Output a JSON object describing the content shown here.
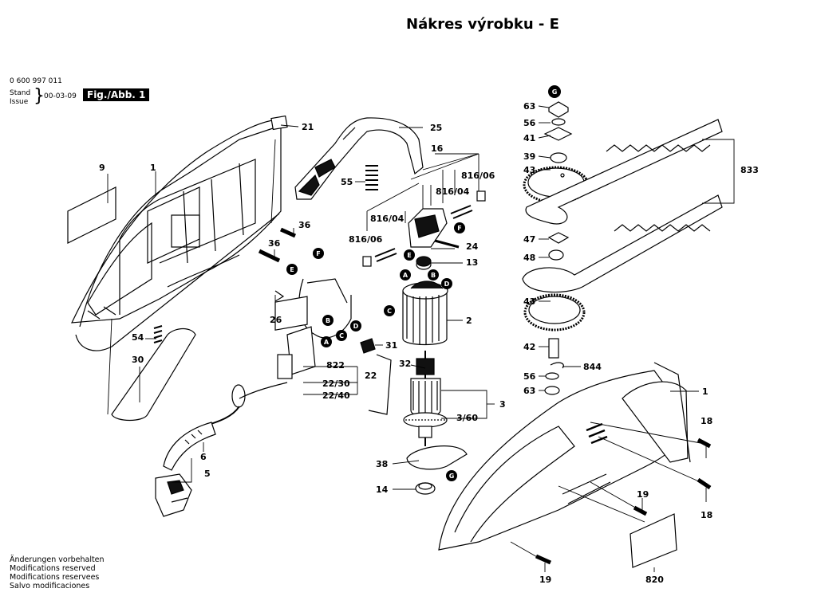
{
  "page": {
    "title": "Nákres výrobku - E",
    "part_number": "0 600 997 011",
    "stand_label": "Stand",
    "issue_label": "Issue",
    "date": "00-03-09",
    "figure_label": "Fig./Abb. 1",
    "notes": [
      "Änderungen vorbehalten",
      "Modifications reserved",
      "Modifications reservees",
      "Salvo modificaciones"
    ]
  },
  "part_labels": [
    {
      "id": "21",
      "text": "21"
    },
    {
      "id": "25",
      "text": "25"
    },
    {
      "id": "16",
      "text": "16"
    },
    {
      "id": "9",
      "text": "9"
    },
    {
      "id": "1a",
      "text": "1"
    },
    {
      "id": "55",
      "text": "55"
    },
    {
      "id": "816_06a",
      "text": "816/06"
    },
    {
      "id": "816_04a",
      "text": "816/04"
    },
    {
      "id": "816_04b",
      "text": "816/04"
    },
    {
      "id": "816_06b",
      "text": "816/06"
    },
    {
      "id": "36a",
      "text": "36"
    },
    {
      "id": "36b",
      "text": "36"
    },
    {
      "id": "24",
      "text": "24"
    },
    {
      "id": "13",
      "text": "13"
    },
    {
      "id": "2",
      "text": "2"
    },
    {
      "id": "26",
      "text": "26"
    },
    {
      "id": "54",
      "text": "54"
    },
    {
      "id": "31",
      "text": "31"
    },
    {
      "id": "30",
      "text": "30"
    },
    {
      "id": "32",
      "text": "32"
    },
    {
      "id": "822",
      "text": "822"
    },
    {
      "id": "22",
      "text": "22"
    },
    {
      "id": "22_30",
      "text": "22/30"
    },
    {
      "id": "22_40",
      "text": "22/40"
    },
    {
      "id": "3",
      "text": "3"
    },
    {
      "id": "3_60",
      "text": "3/60"
    },
    {
      "id": "6",
      "text": "6"
    },
    {
      "id": "5",
      "text": "5"
    },
    {
      "id": "38",
      "text": "38"
    },
    {
      "id": "14",
      "text": "14"
    },
    {
      "id": "63a",
      "text": "63"
    },
    {
      "id": "56a",
      "text": "56"
    },
    {
      "id": "41",
      "text": "41"
    },
    {
      "id": "39",
      "text": "39"
    },
    {
      "id": "43a",
      "text": "43"
    },
    {
      "id": "833",
      "text": "833"
    },
    {
      "id": "47",
      "text": "47"
    },
    {
      "id": "48",
      "text": "48"
    },
    {
      "id": "43b",
      "text": "43"
    },
    {
      "id": "42",
      "text": "42"
    },
    {
      "id": "844",
      "text": "844"
    },
    {
      "id": "56b",
      "text": "56"
    },
    {
      "id": "63b",
      "text": "63"
    },
    {
      "id": "1b",
      "text": "1"
    },
    {
      "id": "18a",
      "text": "18"
    },
    {
      "id": "18b",
      "text": "18"
    },
    {
      "id": "19a",
      "text": "19"
    },
    {
      "id": "19b",
      "text": "19"
    },
    {
      "id": "820",
      "text": "820"
    }
  ],
  "connector_labels": [
    {
      "id": "c_E1",
      "text": "E"
    },
    {
      "id": "c_F1",
      "text": "F"
    },
    {
      "id": "c_E2",
      "text": "E"
    },
    {
      "id": "c_F2",
      "text": "F"
    },
    {
      "id": "c_A1",
      "text": "A"
    },
    {
      "id": "c_B1",
      "text": "B"
    },
    {
      "id": "c_D1",
      "text": "D"
    },
    {
      "id": "c_C1",
      "text": "C"
    },
    {
      "id": "c_B2",
      "text": "B"
    },
    {
      "id": "c_C2",
      "text": "C"
    },
    {
      "id": "c_D2",
      "text": "D"
    },
    {
      "id": "c_A2",
      "text": "A"
    },
    {
      "id": "c_G1",
      "text": "G"
    },
    {
      "id": "c_G2",
      "text": "G"
    }
  ]
}
